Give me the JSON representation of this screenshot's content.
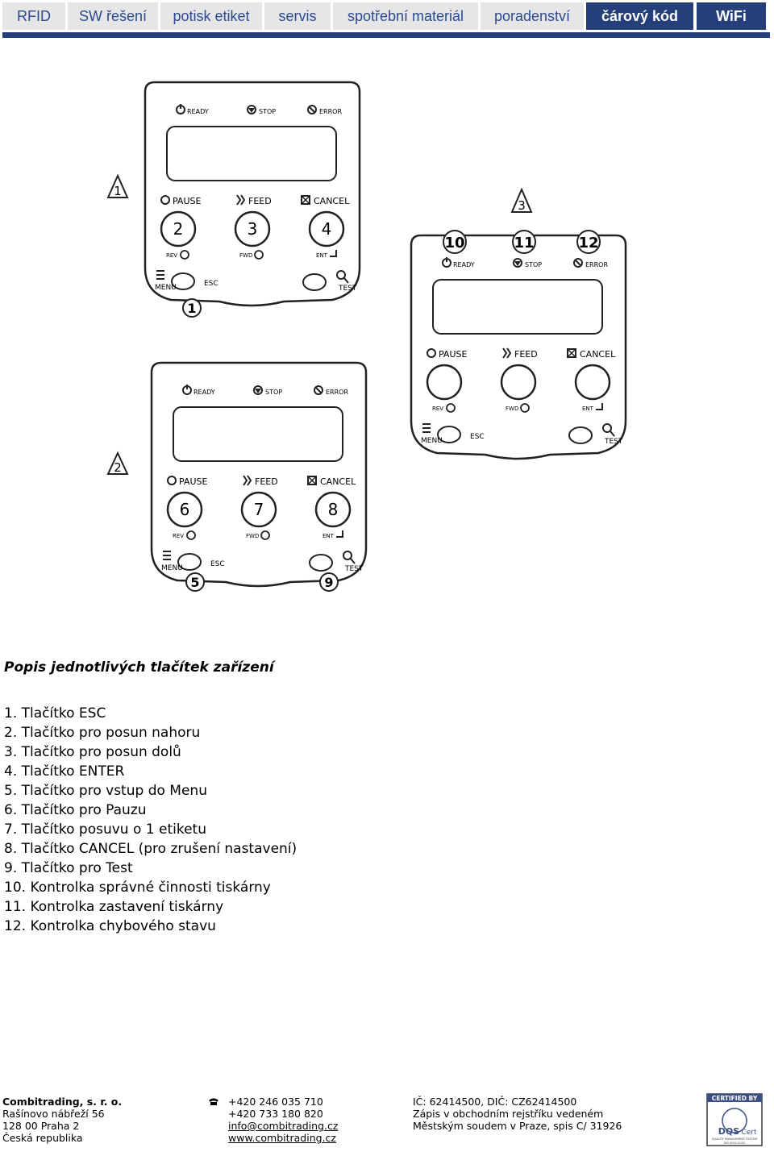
{
  "nav": {
    "tabs": [
      {
        "label": "RFID",
        "style": "light"
      },
      {
        "label": "SW řešení",
        "style": "light"
      },
      {
        "label": "potisk etiket",
        "style": "light"
      },
      {
        "label": "servis",
        "style": "light"
      },
      {
        "label": "spotřební materiál",
        "style": "light"
      },
      {
        "label": "poradenství",
        "style": "light"
      },
      {
        "label": "čárový kód",
        "style": "dark"
      },
      {
        "label": "WiFi",
        "style": "dark"
      }
    ],
    "colors": {
      "accent": "#243f7a",
      "tab_bg": "#e6e6e6",
      "tab_text": "#2b4a90"
    }
  },
  "diagram": {
    "panel_labels": {
      "ready": "READY",
      "stop": "STOP",
      "error": "ERROR",
      "pause": "PAUSE",
      "feed": "FEED",
      "cancel": "CANCEL",
      "rev": "REV",
      "fwd": "FWD",
      "ent": "ENT",
      "menu": "MENU",
      "esc": "ESC",
      "test": "TEST"
    },
    "warnings": [
      "1",
      "2",
      "3"
    ],
    "callouts": [
      "1",
      "2",
      "3",
      "4",
      "5",
      "6",
      "7",
      "8",
      "9",
      "10",
      "11",
      "12"
    ]
  },
  "content": {
    "title": "Popis jednotlivých tlačítek zařízení",
    "items": [
      "1.  Tlačítko ESC",
      "2.  Tlačítko pro posun nahoru",
      "3.  Tlačítko pro posun dolů",
      "4.  Tlačítko ENTER",
      "5.  Tlačítko pro vstup do Menu",
      "6.  Tlačítko pro Pauzu",
      "7.  Tlačítko posuvu o 1 etiketu",
      "8.  Tlačítko CANCEL (pro zrušení nastavení)",
      "9.  Tlačítko pro Test",
      "10. Kontrolka správné činnosti tiskárny",
      "11. Kontrolka zastavení tiskárny",
      "12. Kontrolka chybového stavu"
    ]
  },
  "footer": {
    "company": "Combitrading, s. r. o.",
    "address": [
      "Rašínovo nábřeží 56",
      "128 00  Praha 2",
      "Česká republika"
    ],
    "phones": [
      "+420 246 035 710",
      "+420 733 180 820"
    ],
    "email": "info@combitrading.cz",
    "web": "www.combitrading.cz",
    "ids": "IČ: 62414500, DIČ: CZ62414500",
    "registry": [
      "Zápis v obchodním rejstříku vedeném",
      "Městským soudem v Praze, spis C/ 31926"
    ],
    "cert": {
      "top": "CERTIFIED BY",
      "brand": "DQS",
      "brand2": "Cert",
      "bottom": "QUALITY MANAGEMENT SYSTEM",
      "iso": "ISO 9001:2000"
    }
  }
}
